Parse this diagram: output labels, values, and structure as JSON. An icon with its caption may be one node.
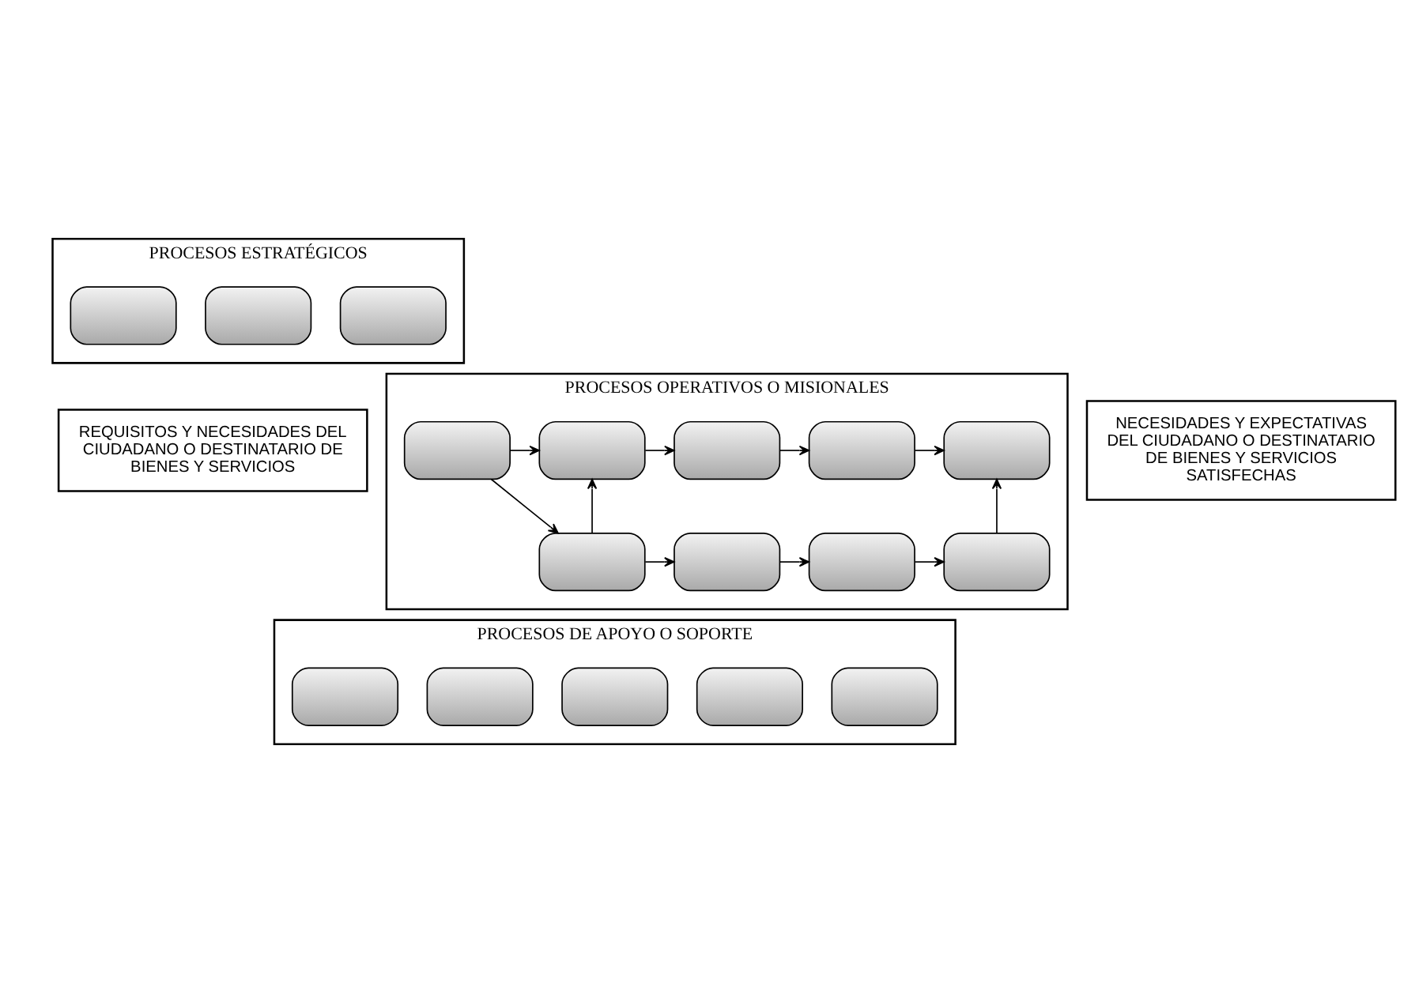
{
  "diagram": {
    "nodes": [
      {
        "text": [
          "REQUISITOS Y NECESIDADES DEL CIUDADANO O DESTINATARIO DE BIENES Y SERVICIOS"
        ]
      },
      {
        "text": [
          "PROCESOS ESTRATÉGICOS"
        ]
      },
      {
        "text": [],
        "shape": "box",
        "in": 1
      },
      {
        "text": [],
        "shape": "box",
        "in": 1
      },
      {
        "text": [],
        "shape": "box",
        "in": 1
      },
      {
        "text": [
          "PROCESOS OPERATIVOS O MISIONALES"
        ]
      },
      {
        "text": [],
        "shape": "box",
        "in": 5
      },
      {
        "text": [],
        "shape": "box",
        "in": 5
      },
      {
        "text": [],
        "shape": "box",
        "in": 5
      },
      {
        "text": [],
        "shape": "box",
        "in": 5
      },
      {
        "text": [],
        "shape": "box",
        "in": 5
      },
      {
        "text": [],
        "shape": "box",
        "in": 5
      },
      {
        "text": [],
        "shape": "box",
        "in": 5
      },
      {
        "text": [],
        "shape": "box",
        "in": 5
      },
      {
        "text": [],
        "shape": "box",
        "in": 5
      },
      {
        "text": [
          "PROCESOS DE APOYO O SOPORTE"
        ]
      },
      {
        "text": [],
        "shape": "box",
        "in": 15
      },
      {
        "text": [],
        "shape": "box",
        "in": 15
      },
      {
        "text": [],
        "shape": "box",
        "in": 15
      },
      {
        "text": [],
        "shape": "box",
        "in": 15
      },
      {
        "text": [],
        "shape": "box",
        "in": 15
      },
      {
        "text": [
          "NECESIDADES Y EXPECTATIVAS DEL CIUDADANO O DESTINATARIO DE BIENES Y SERVICIOS SATISFECHAS"
        ]
      }
    ],
    "edges": [
      {
        "from": 6,
        "to": 7,
        "arrow": "to"
      },
      {
        "from": 7,
        "to": 8,
        "arrow": "to"
      },
      {
        "from": 8,
        "to": 9,
        "arrow": "to"
      },
      {
        "from": 9,
        "to": 10,
        "arrow": "to"
      },
      {
        "from": 6,
        "to": 11,
        "arrow": "to"
      },
      {
        "from": 11,
        "to": 7,
        "arrow": "to"
      },
      {
        "from": 11,
        "to": 12,
        "arrow": "to"
      },
      {
        "from": 12,
        "to": 13,
        "arrow": "to"
      },
      {
        "from": 13,
        "to": 14,
        "arrow": "to"
      },
      {
        "from": 14,
        "to": 10,
        "arrow": "to"
      }
    ]
  }
}
